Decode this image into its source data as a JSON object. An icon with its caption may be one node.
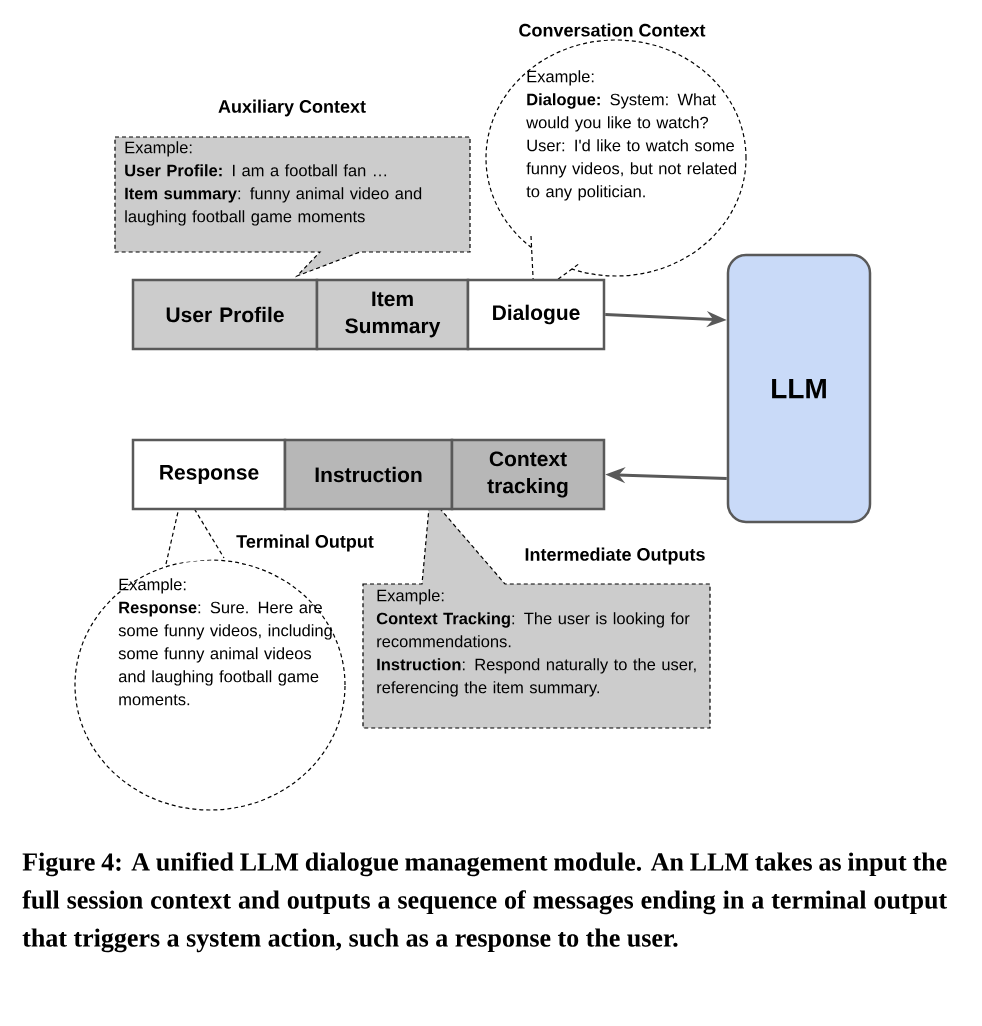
{
  "diagram": {
    "caption": "Figure 4: A unified LLM dialogue management module. An LLM takes as input the full session context and outputs a sequence of messages ending in a terminal output that triggers a system action, such as a response to the user.",
    "nodes": [
      {
        "text": [
          "User Profile"
        ]
      },
      {
        "text": [
          "Item Summary"
        ]
      },
      {
        "text": [
          "Dialogue"
        ]
      },
      {
        "text": [
          "LLM"
        ]
      },
      {
        "text": [
          "Response"
        ]
      },
      {
        "text": [
          "Instruction"
        ]
      },
      {
        "text": [
          "Context tracking"
        ]
      },
      {
        "text": [
          "Auxiliary Context",
          "Example:",
          "**User Profile:** I am a football fan …",
          "**Item summary**: funny animal video and laughing football game moments"
        ]
      },
      {
        "text": [
          "Conversation Context",
          "Example:",
          "**Dialogue:** System: What would you like to watch? User: I'd like to watch some funny videos, but not related to any politician."
        ]
      },
      {
        "text": [
          "Terminal Output",
          "Example:",
          "**Response**: Sure. Here are some funny videos, including some funny animal videos and laughing football game moments."
        ]
      },
      {
        "text": [
          "Intermediate Outputs",
          "Example:",
          "**Context Tracking**: The user is looking  for recommendations.",
          "**Instruction**: Respond naturally to the user, referencing the item summary."
        ]
      }
    ],
    "edges": [
      {
        "from": 2,
        "to": 3,
        "arrow": "to"
      },
      {
        "from": 3,
        "to": 6,
        "arrow": "to"
      }
    ]
  }
}
